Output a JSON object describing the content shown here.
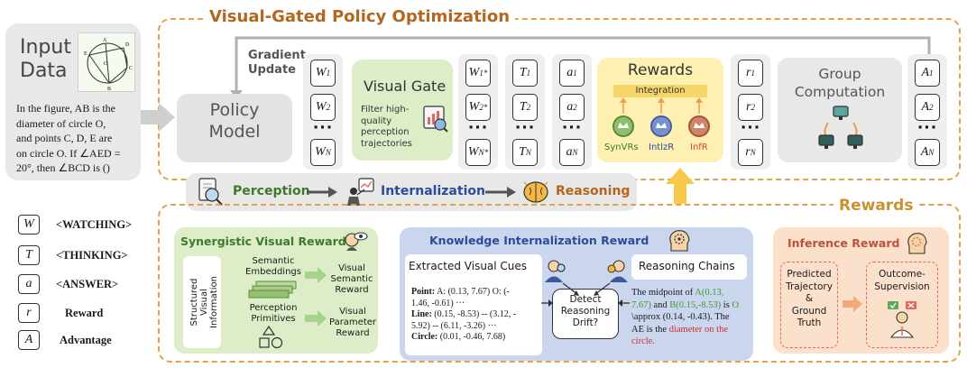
{
  "header": {
    "title": "Visual-Gated Policy Optimization"
  },
  "input": {
    "title_line1": "Input",
    "title_line2": "Data",
    "question_lines": [
      "In the figure, AB is the",
      "diameter of circle O,",
      "and points C, D, E are",
      "on circle O. If ∠AED =",
      "20°, then ∠BCD is ()"
    ]
  },
  "gradient_update": {
    "line1": "Gradient",
    "line2": "Update"
  },
  "policy_model": {
    "line1": "Policy",
    "line2": "Model"
  },
  "visual_gate": {
    "title": "Visual Gate",
    "desc_lines": [
      "Filter high-",
      "quality",
      "perception",
      "trajectories"
    ]
  },
  "columns": {
    "w": {
      "sym": "W",
      "subs": [
        "1",
        "2",
        "N"
      ]
    },
    "ws": {
      "sym": "W",
      "subs": [
        "1",
        "2",
        "N"
      ]
    },
    "t": {
      "sym": "T",
      "subs": [
        "1",
        "2",
        "N"
      ]
    },
    "a": {
      "sym": "a",
      "subs": [
        "1",
        "2",
        "N"
      ]
    },
    "r": {
      "sym": "r",
      "subs": [
        "1",
        "2",
        "N"
      ]
    },
    "A": {
      "sym": "A",
      "subs": [
        "1",
        "2",
        "N"
      ]
    },
    "dots": "···",
    "star": "*"
  },
  "rewards_top": {
    "title": "Rewards",
    "integration": "Integration",
    "labels": [
      "SynVRs",
      "IntlzR",
      "InfR"
    ]
  },
  "group": {
    "line1": "Group",
    "line2": "Computation"
  },
  "pipeline": {
    "perception": "Perception",
    "internalization": "Internalization",
    "reasoning": "Reasoning"
  },
  "rewards_section": {
    "title": "Rewards"
  },
  "legend": [
    {
      "sym": "W",
      "label": "<WATCHING>"
    },
    {
      "sym": "T",
      "label": "<THINKING>"
    },
    {
      "sym": "a",
      "label": "<ANSWER>"
    },
    {
      "sym": "r",
      "label": "Reward"
    },
    {
      "sym": "A",
      "label": "Advantage"
    }
  ],
  "svr": {
    "title": "Synergistic Visual Rewards",
    "structured_lines": [
      "Structured",
      "Visual",
      "Information"
    ],
    "sem_emb_lines": [
      "Semantic",
      "Embeddings"
    ],
    "perc_prim_lines": [
      "Perception",
      "Primitives"
    ],
    "vis_sem_lines": [
      "Visual",
      "Semantic",
      "Reward"
    ],
    "vis_par_lines": [
      "Visual",
      "Parameter",
      "Reward"
    ]
  },
  "kir": {
    "title": "Knowledge Internalization Reward",
    "extracted": "Extracted Visual Cues",
    "reasoning_chains": "Reasoning Chains",
    "point_label": "Point:",
    "point_lines": [
      "A: (0.13, 7.67)   O: (-",
      "1.46, -0.61) ···"
    ],
    "line_label": "Line:",
    "line_lines": [
      "(0.15, -8.53) -- (3.12, -",
      "5.92) -- (6.11, -3.26) ···"
    ],
    "circle_label": "Circle:",
    "circle_text": "(0.01, -0.46, 7.68)",
    "detect_lines": [
      "Detect",
      "Reasoning",
      "Drift?"
    ],
    "chain_l1_a": "The midpoint of ",
    "chain_l1_b": "A(0.13,",
    "chain_l2_a": "7.67)",
    "chain_l2_b": " and ",
    "chain_l2_c": "B(0.15,-8.53)",
    "chain_l2_d": " is ",
    "chain_l2_e": "O",
    "chain_l3": "\\approx (0.14, -0.43). The",
    "chain_l4_a": "AE is the ",
    "chain_l4_b": "diameter on the",
    "chain_l5": "circle."
  },
  "inference": {
    "title": "Inference Reward",
    "pred_lines": [
      "Predicted",
      "Trajectory",
      "&",
      "Ground",
      "Truth"
    ],
    "outcome_lines": [
      "Outcome-",
      "Supervision"
    ]
  },
  "colors": {
    "orange": "#e6a04a",
    "green_bg": "#dcedc8",
    "blue_bg": "#c9d6ee",
    "peach_bg": "#fbe0cc",
    "yellow_bg": "#fdf0b0",
    "gray_bg": "#e8e8e8",
    "title_brown": "#b5651d",
    "green_text": "#3d7a2a",
    "blue_text": "#2b4c9a",
    "red_text": "#d03030"
  }
}
